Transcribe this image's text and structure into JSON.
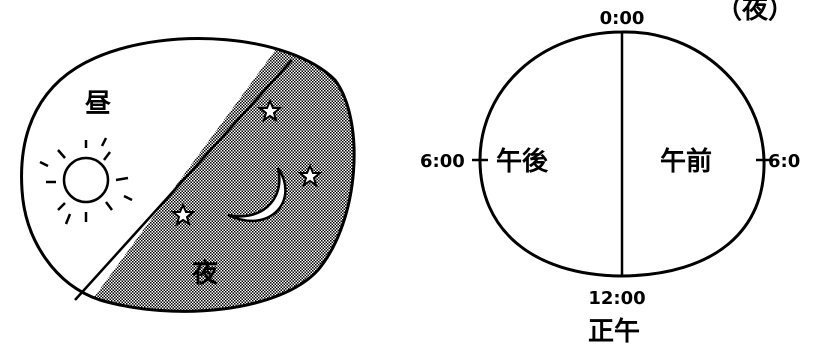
{
  "left_diagram": {
    "day_label": "昼",
    "night_label": "夜"
  },
  "right_diagram": {
    "corner_label": "（夜）",
    "top_time": "0:00",
    "left_time": "6:00",
    "right_time": "6:0",
    "bottom_time": "12:00",
    "left_half_label": "午後",
    "right_half_label": "午前",
    "bottom_label": "正午"
  }
}
